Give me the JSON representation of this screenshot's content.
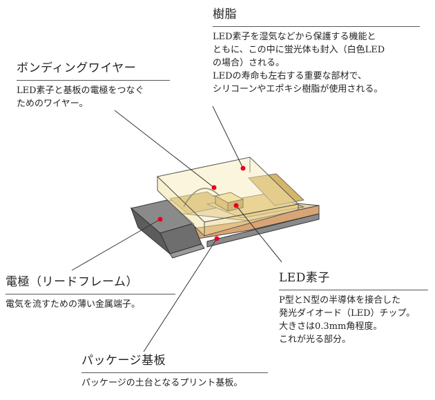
{
  "callouts": {
    "resin": {
      "title": "樹脂",
      "lines": [
        "LED素子を湿気などから保護する機能と",
        "ともに、この中に蛍光体も封入（白色LED",
        "の場合）される。",
        "LEDの寿命も左右する重要な部材で、",
        "シリコーンやエポキシ樹脂が使用される。"
      ]
    },
    "bonding_wire": {
      "title": "ボンディングワイヤー",
      "lines": [
        "LED素子と基板の電極をつなぐ",
        "ためのワイヤー。"
      ]
    },
    "electrode": {
      "title": "電極（リードフレーム）",
      "lines": [
        "電気を流すための薄い金属端子。"
      ]
    },
    "led_chip": {
      "title": "LED素子",
      "lines": [
        "P型とN型の半導体を接合した",
        "発光ダイオード（LED）チップ。",
        "大きさは0.3mm角程度。",
        "これが光る部分。"
      ]
    },
    "substrate": {
      "title": "パッケージ基板",
      "lines": [
        "パッケージの土台となるプリント基板。"
      ]
    }
  },
  "colors": {
    "marker": "#e8001c",
    "leader": "#333333",
    "resin": "#f3e3a6",
    "electrode": "#8a8a8a",
    "substrate": "#d8a574"
  }
}
